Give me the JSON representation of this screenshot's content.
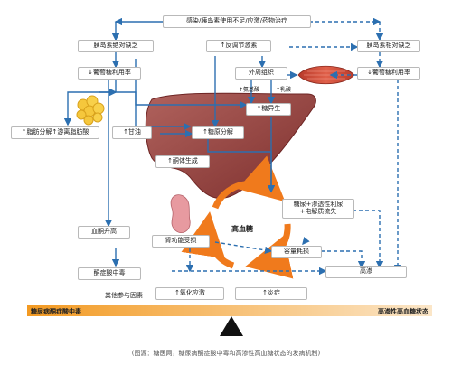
{
  "nodes": {
    "top": "感染/胰岛素使用不足/应激/药物治疗",
    "insulin_abs": "胰岛素绝对缺乏",
    "counter_hormone": "↑反调节激素",
    "insulin_rel": "胰岛素相对缺乏",
    "glucose_util_left": "↓葡萄糖利用率",
    "peripheral": "外周组织",
    "glucose_util_right": "↓葡萄糖利用率",
    "amino_acid": "↑氨基酸",
    "lactate": "↑乳酸",
    "gluconeo": "↑糖异生",
    "lipolysis": "↑脂肪分解↑游离脂肪酸",
    "glycerol": "↑甘油",
    "glycogenolysis": "↑糖原分解",
    "ketogenesis": "↑酮体生成",
    "glycosuria": "糖尿+渗透性利尿\n+电解质流失",
    "hyperglycemia": "高血糖",
    "renal": "肾功能受损",
    "volume": "容量耗损",
    "ketonemia": "血酮升高",
    "hyperosm": "高渗",
    "dka": "酮症酸中毒",
    "others_label": "其他参与因素",
    "oxidative": "↑氧化应激",
    "inflammation": "↑炎症"
  },
  "scale": {
    "left_label": "糖尿病酮症酸中毒",
    "right_label": "高渗性高血糖状态"
  },
  "caption": "(图源：糖医网，糖尿病酮症酸中毒和高渗性高血糖状态的发病机制)",
  "colors": {
    "arrow_blue": "#2c6fb0",
    "liver": "#8e3a38",
    "liver_light": "#c8857f",
    "cycle_orange": "#f07a1c",
    "bar_left": "#f39a22",
    "bar_right": "#fbe0bd"
  }
}
